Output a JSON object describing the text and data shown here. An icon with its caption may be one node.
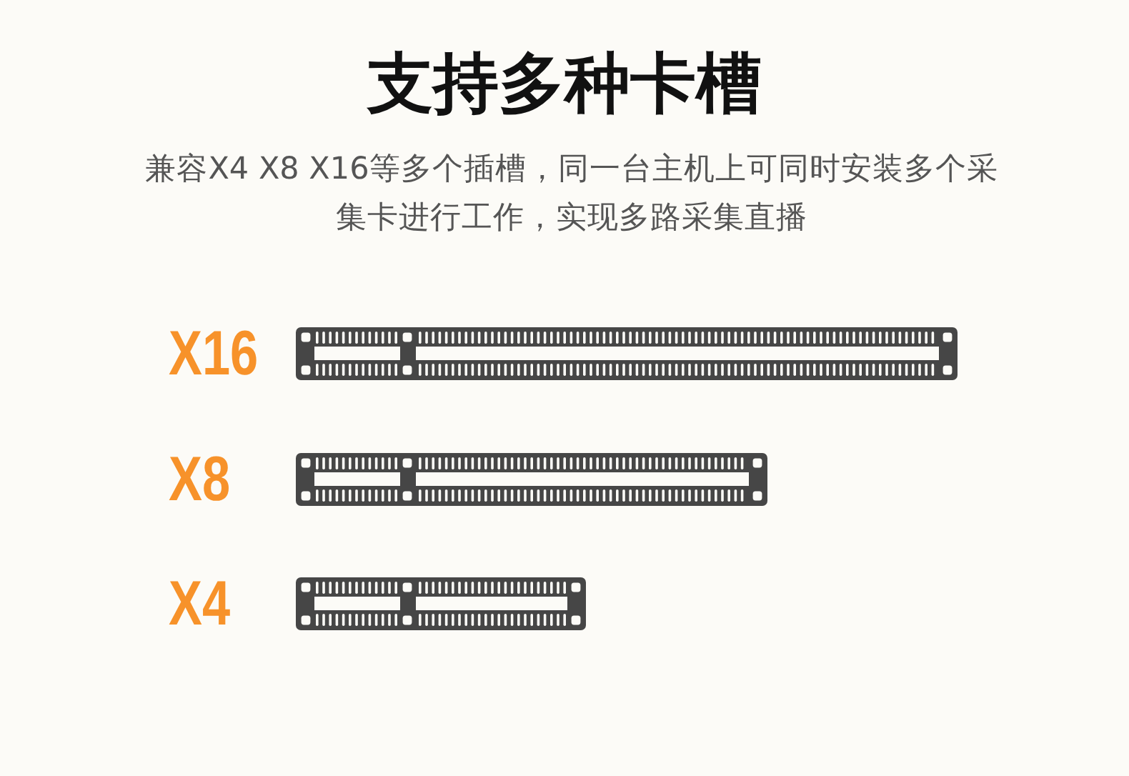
{
  "diagram": {
    "title": "支持多种卡槽",
    "labels": [
      "兼容X4 X8 X16等多个插槽，同一台主机上可同时安装多个采集卡进行工作，实现多路采集直播",
      "X16",
      "X8",
      "X4"
    ]
  }
}
